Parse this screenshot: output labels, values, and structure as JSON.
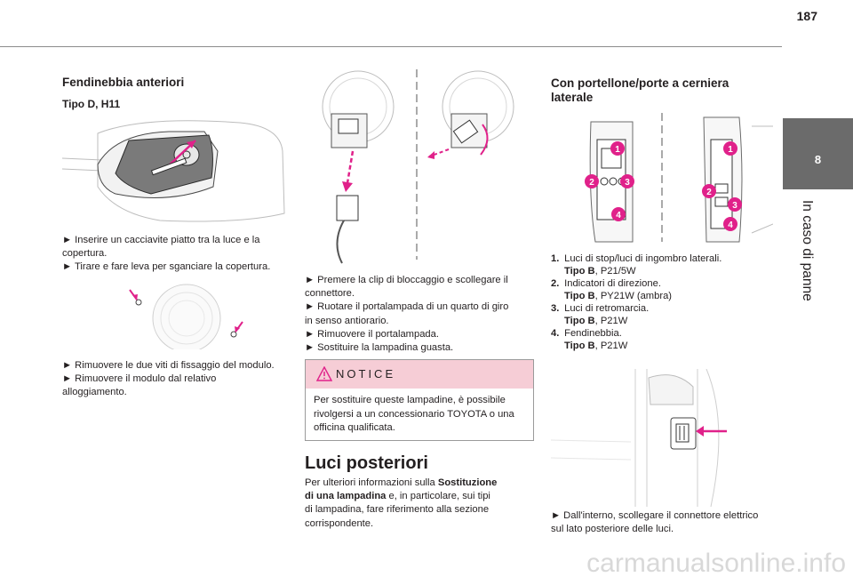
{
  "page_number": "187",
  "side_tab": {
    "number": "8",
    "label": "In caso di panne"
  },
  "col1": {
    "heading": "Fendinebbia anteriori",
    "subheading": "Tipo D, H11",
    "steps1": [
      "► Inserire un cacciavite piatto tra la luce e la",
      "copertura.",
      "► Tirare e fare leva per sganciare la copertura."
    ],
    "steps2": [
      "► Rimuovere le due viti di fissaggio del modulo.",
      "► Rimuovere il modulo dal relativo",
      "alloggiamento."
    ]
  },
  "col2": {
    "steps": [
      "► Premere la clip di bloccaggio e scollegare il",
      "connettore.",
      "► Ruotare il portalampada di un quarto di giro",
      "in senso antiorario.",
      "► Rimuovere il portalampada.",
      "► Sostituire la lampadina guasta."
    ],
    "notice": {
      "title": "NOTICE",
      "lines": [
        "Per sostituire queste lampadine, è possibile",
        "rivolgersi a un concessionario TOYOTA o una",
        "officina qualificata."
      ]
    },
    "section_title": "Luci posteriori",
    "para": {
      "l1_a": "Per ulteriori informazioni sulla ",
      "l1_b": "Sostituzione",
      "l2_a": "di una lampadina",
      "l2_b": " e, in particolare, sui tipi",
      "l3": "di lampadina, fare riferimento alla sezione",
      "l4": "corrispondente."
    }
  },
  "col3": {
    "heading_l1": "Con portellone/porte a cerniera",
    "heading_l2": "laterale",
    "items": [
      {
        "num": "1.",
        "text": "Luci di stop/luci di ingombro laterali.",
        "type_label": "Tipo B",
        "type_value": ", P21/5W"
      },
      {
        "num": "2.",
        "text": "Indicatori di direzione.",
        "type_label": "Tipo B",
        "type_value": ", PY21W (ambra)"
      },
      {
        "num": "3.",
        "text": "Luci di retromarcia.",
        "type_label": "Tipo B",
        "type_value": ", P21W"
      },
      {
        "num": "4.",
        "text": "Fendinebbia.",
        "type_label": "Tipo B",
        "type_value": ", P21W"
      }
    ],
    "callout_numbers": [
      "1",
      "2",
      "3",
      "4"
    ],
    "final_steps": [
      "► Dall'interno, scollegare il connettore elettrico",
      "sul lato posteriore delle luci."
    ]
  },
  "colors": {
    "accent_pink": "#e0218a",
    "notice_bg": "#f6cdd6",
    "tab_gray": "#6b6b6b"
  },
  "watermark": "carmanualsonline.info"
}
